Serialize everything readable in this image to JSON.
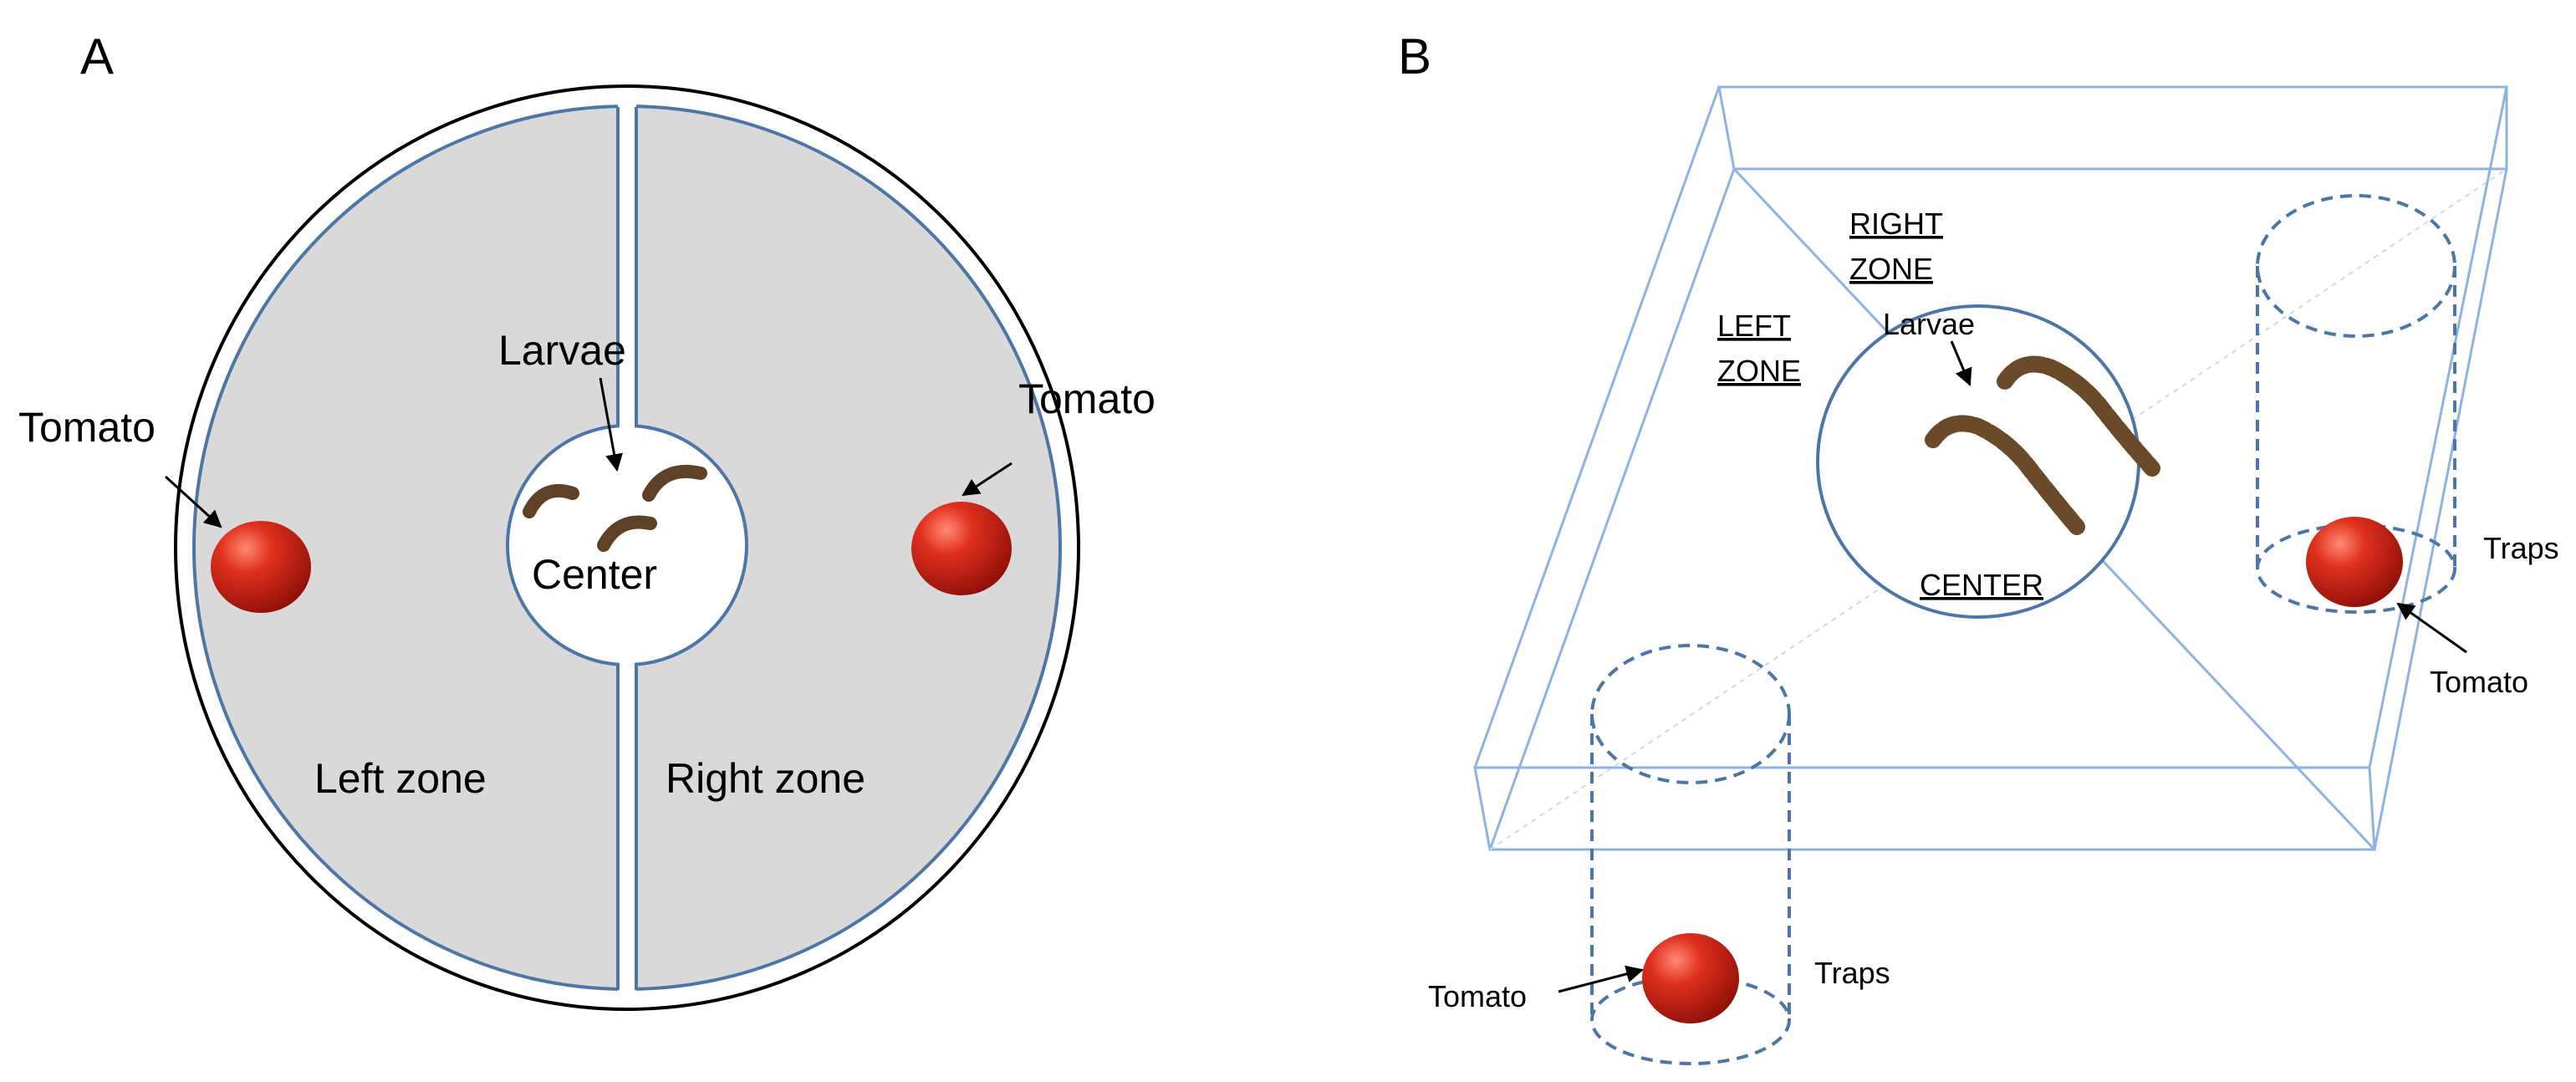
{
  "panels": {
    "a": {
      "letter": "A",
      "labels": {
        "tomato_left": "Tomato",
        "tomato_right": "Tomato",
        "larvae": "Larvae",
        "center": "Center",
        "left_zone": "Left zone",
        "right_zone": "Right zone"
      }
    },
    "b": {
      "letter": "B",
      "labels": {
        "right_zone_line1": "RIGHT",
        "right_zone_line2": "ZONE",
        "left_zone_line1": "LEFT",
        "left_zone_line2": "ZONE",
        "larvae": "Larvae",
        "center": "CENTER",
        "traps_right": "Traps",
        "tomato_right": "Tomato",
        "traps_bottom": "Traps",
        "tomato_bottom": "Tomato"
      }
    }
  },
  "colors": {
    "arena_fill": "#d9d9d9",
    "arena_stroke": "#4a76a8",
    "box_stroke": "#8db3e2",
    "tomato": "#d42a1a",
    "larva": "#6b4a2a"
  }
}
